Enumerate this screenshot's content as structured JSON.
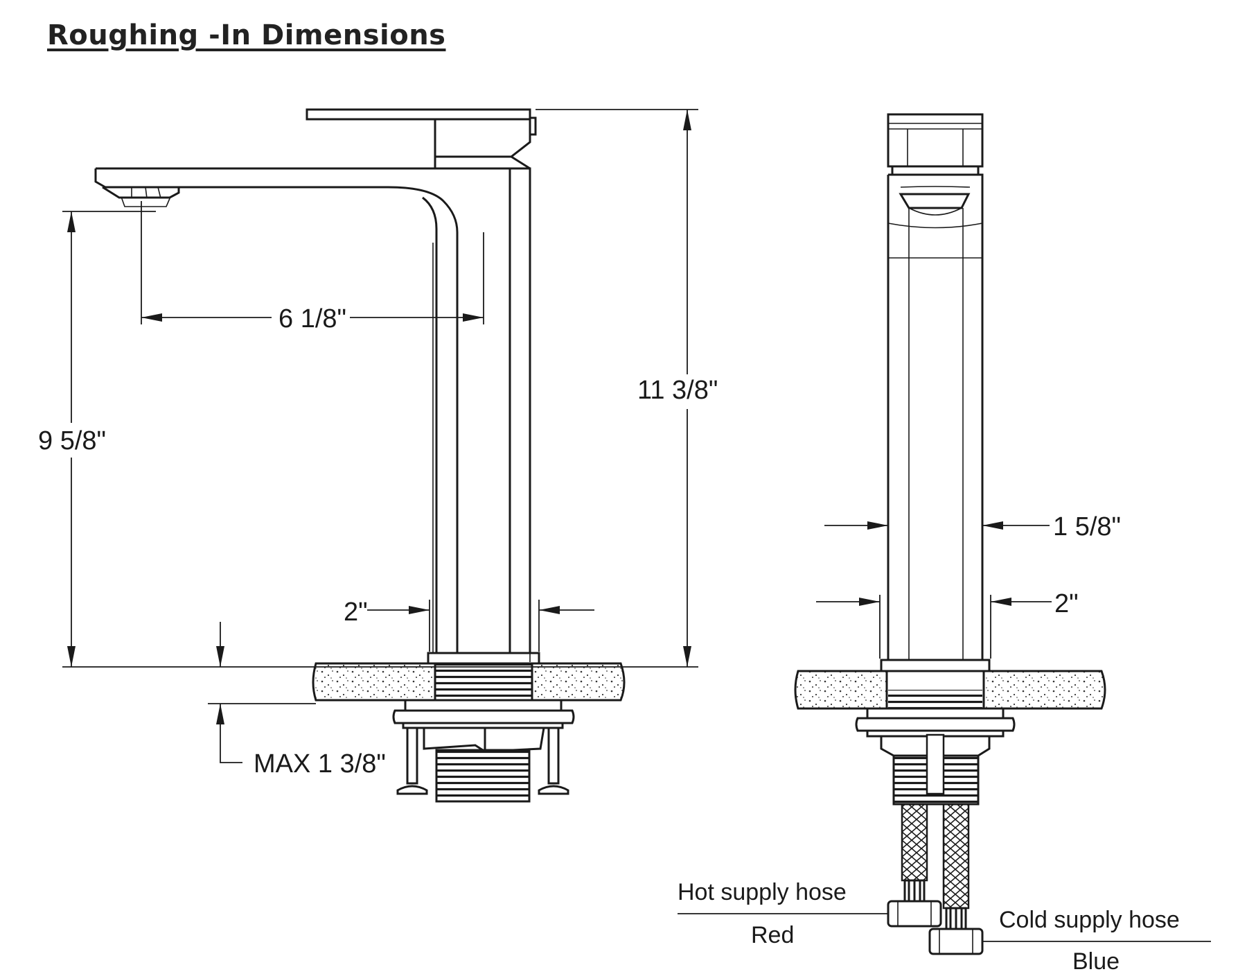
{
  "title": "Roughing -In Dimensions",
  "dimensions": {
    "spout_reach": "6 1/8\"",
    "overall_height": "11 3/8\"",
    "spout_height": "9 5/8\"",
    "base_width_side": "2\"",
    "max_deck_thickness": "MAX 1 3/8\"",
    "body_width_front": "1 5/8\"",
    "base_width_front": "2\""
  },
  "hoses": {
    "hot_label": "Hot supply hose",
    "hot_color_label": "Red",
    "cold_label": "Cold supply hose",
    "cold_color_label": "Blue"
  }
}
